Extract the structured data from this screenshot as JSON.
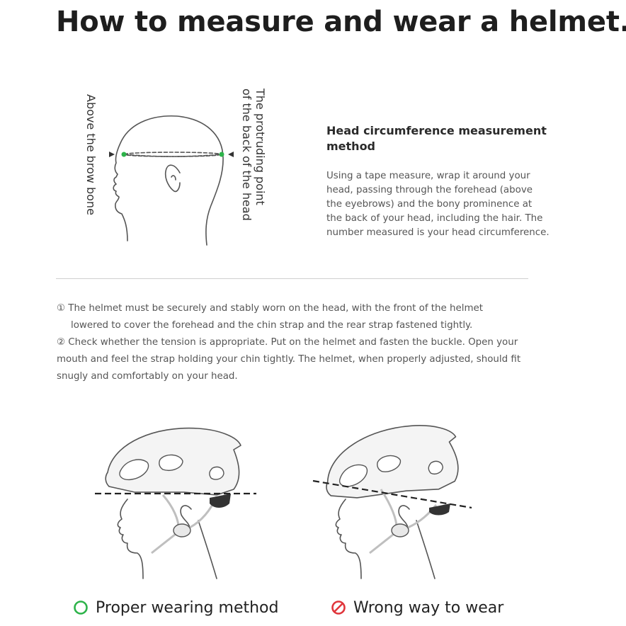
{
  "title": "How to measure and wear a helmet.",
  "diagram": {
    "label_brow": "Above the brow bone",
    "label_back_1": "The protruding point",
    "label_back_2": "of the back of the head"
  },
  "method": {
    "title": "Head circumference measurement method",
    "description": "Using a tape measure, wrap it around your head, passing through the forehead (above the eyebrows) and the bony prominence at the back of your head, including the hair. The number measured is your head circumference."
  },
  "instructions": {
    "item1_line1": "① The helmet must be securely and stably worn on the head, with the front of the helmet",
    "item1_line2": "lowered to cover the forehead and the chin strap and the rear strap fastened tightly.",
    "item2": "② Check whether the tension is appropriate. Put on the helmet and fasten the buckle. Open your mouth and feel the strap holding your chin tightly. The helmet, when properly adjusted, should fit snugly and comfortably on your head."
  },
  "captions": {
    "proper": "Proper wearing method",
    "wrong": "Wrong way to wear"
  },
  "colors": {
    "marker_green": "#2db34a",
    "proper_icon": "#2db34a",
    "wrong_icon": "#e0353b"
  },
  "icons": {
    "proper": "circle-outline-icon",
    "wrong": "prohibited-icon"
  }
}
